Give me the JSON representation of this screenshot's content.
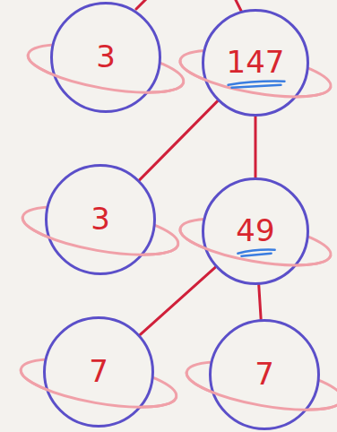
{
  "diagram": {
    "nodes": [
      {
        "text": [
          "3"
        ]
      },
      {
        "text": [
          "147"
        ]
      },
      {
        "text": [
          "3"
        ]
      },
      {
        "text": [
          "49"
        ]
      },
      {
        "text": [
          "7"
        ]
      },
      {
        "text": [
          "7"
        ]
      }
    ],
    "edges": [
      {
        "from": 1,
        "to": 2,
        "arrow": "none"
      },
      {
        "from": 1,
        "to": 3,
        "arrow": "none"
      },
      {
        "from": 3,
        "to": 4,
        "arrow": "none"
      },
      {
        "from": 3,
        "to": 5,
        "arrow": "none"
      }
    ]
  }
}
